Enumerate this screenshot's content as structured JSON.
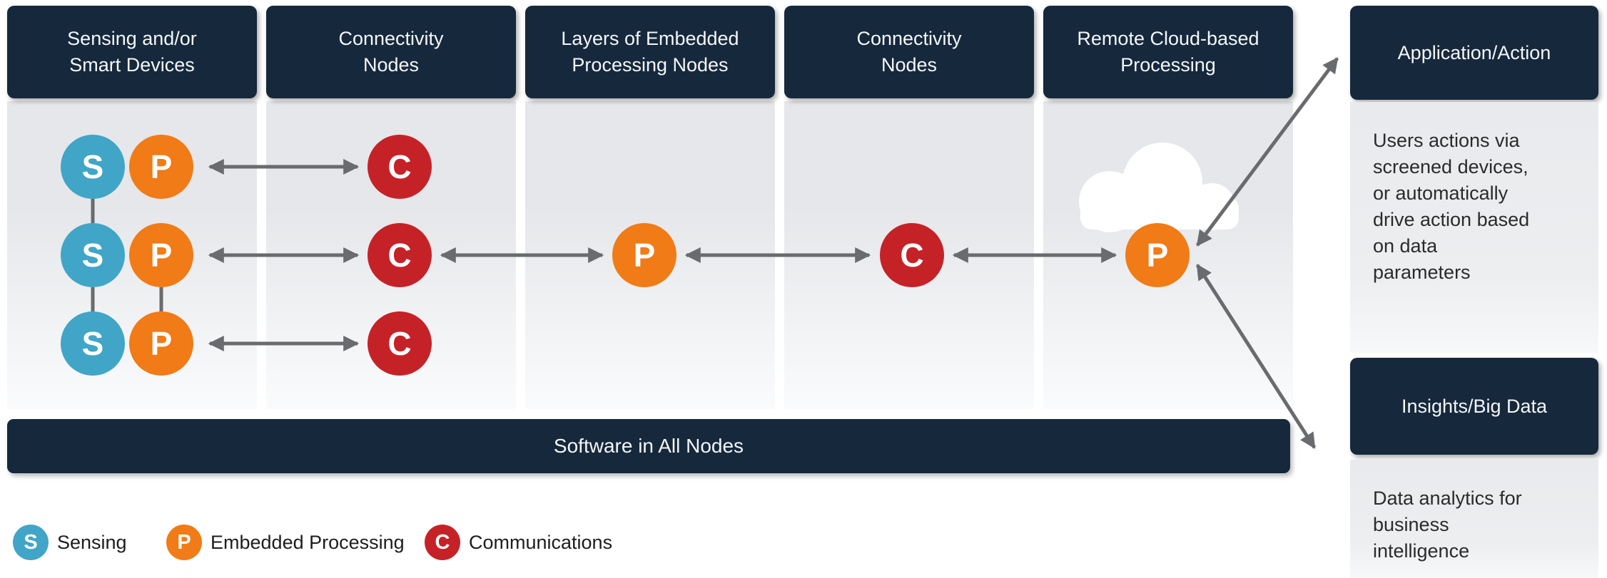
{
  "colors": {
    "navy": "#16283C",
    "sensing": "#41A5C7",
    "processing": "#F17B16",
    "communications": "#C52228",
    "arrow": "#6A6B6E",
    "panel_top": "#E5E7EA",
    "panel_bottom": "#FAFBFC",
    "body_text": "#2B2B2B"
  },
  "columns": [
    {
      "title": "Sensing and/or\nSmart Devices"
    },
    {
      "title": "Connectivity\nNodes"
    },
    {
      "title": "Layers of Embedded\nProcessing Nodes"
    },
    {
      "title": "Connectivity\nNodes"
    },
    {
      "title": "Remote Cloud-based\nProcessing"
    }
  ],
  "software_bar": {
    "label": "Software in All Nodes"
  },
  "node_types": {
    "sensing": {
      "letter": "S",
      "label": "Sensing"
    },
    "processing": {
      "letter": "P",
      "label": "Embedded Processing"
    },
    "communications": {
      "letter": "C",
      "label": "Communications"
    }
  },
  "right_panels": {
    "application": {
      "title": "Application/Action",
      "body": "Users actions via\nscreened devices,\nor automatically\ndrive action based\non data\nparameters"
    },
    "insights": {
      "title": "Insights/Big Data",
      "body": "Data analytics for\nbusiness\nintelligence"
    }
  }
}
